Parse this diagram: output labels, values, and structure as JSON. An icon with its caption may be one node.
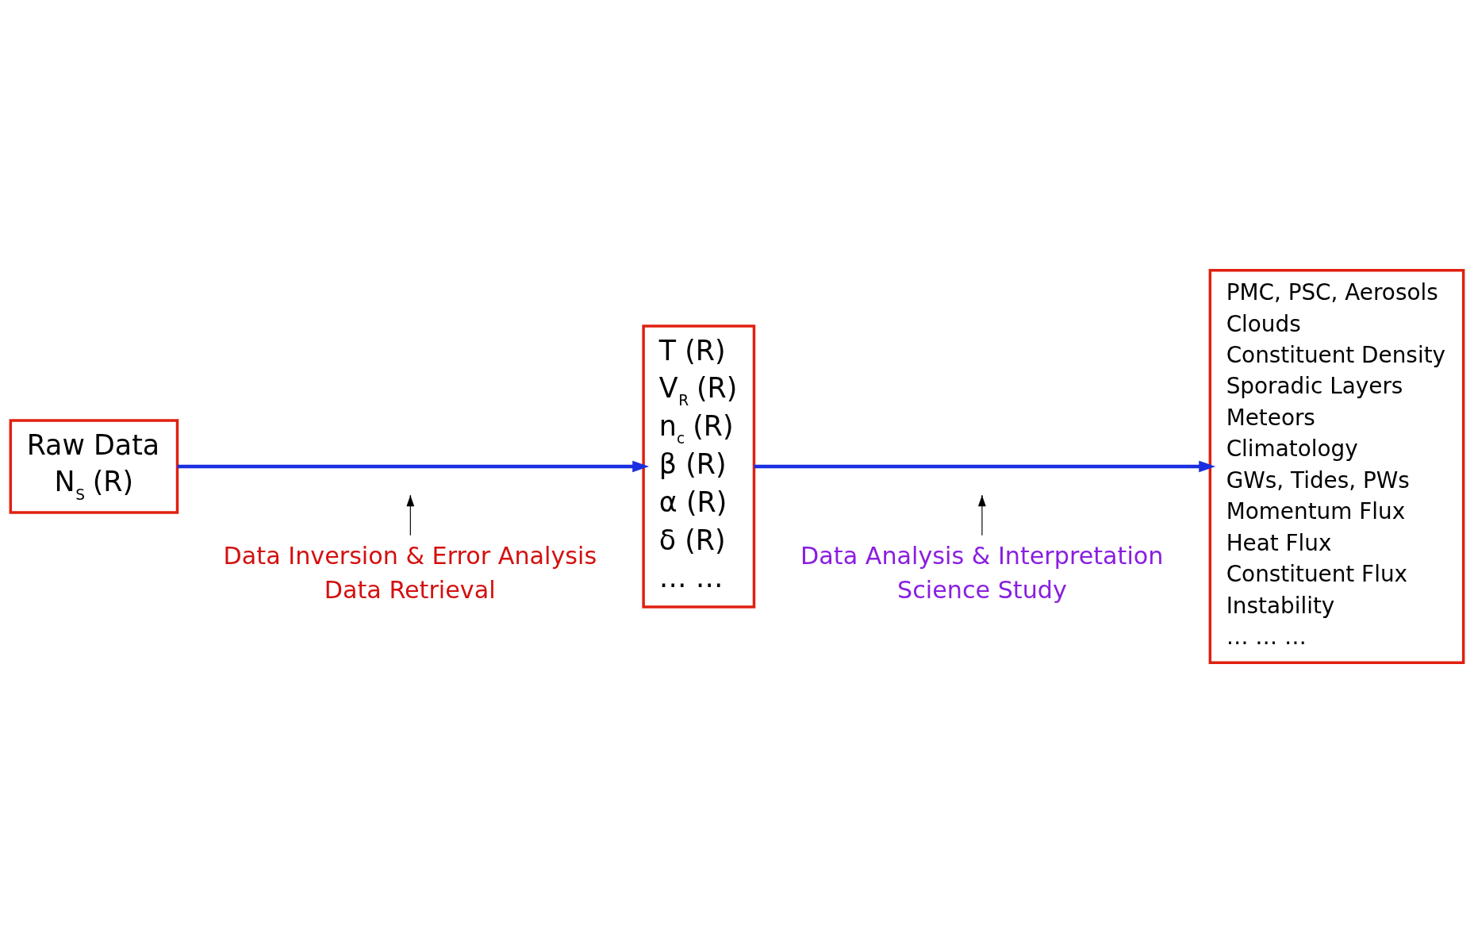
{
  "diagram": {
    "nodes": [
      {
        "text": [
          "Raw Data",
          "N$_{S}$ (R)"
        ]
      },
      {
        "text": [
          "T (R)",
          "V$_{R}$ (R)",
          "n$_{c}$ (R)",
          "β (R)",
          "α (R)",
          "δ (R)",
          "… …"
        ]
      },
      {
        "text": [
          "PMC, PSC, Aerosols",
          "Clouds",
          "Constituent Density",
          "Sporadic Layers",
          "Meteors",
          "Climatology",
          "GWs, Tides, PWs",
          "Momentum Flux",
          "Heat Flux",
          "Constituent Flux",
          "Instability",
          "… … …"
        ]
      },
      {
        "text": [
          "Data Inversion & Error Analysis",
          "Data Retrieval"
        ]
      },
      {
        "text": [
          "Data Analysis & Interpretation",
          "Science Study"
        ]
      }
    ],
    "edges": [
      {
        "from": 0,
        "to": 1,
        "arrow": "to",
        "style": "thick",
        "color": "#1a2fe0"
      },
      {
        "from": 1,
        "to": 2,
        "arrow": "to",
        "style": "thick",
        "color": "#1a2fe0"
      },
      {
        "from": 3,
        "to": null,
        "arrow": "to",
        "color": "#000000"
      },
      {
        "from": 4,
        "to": null,
        "arrow": "to",
        "color": "#000000"
      }
    ]
  }
}
